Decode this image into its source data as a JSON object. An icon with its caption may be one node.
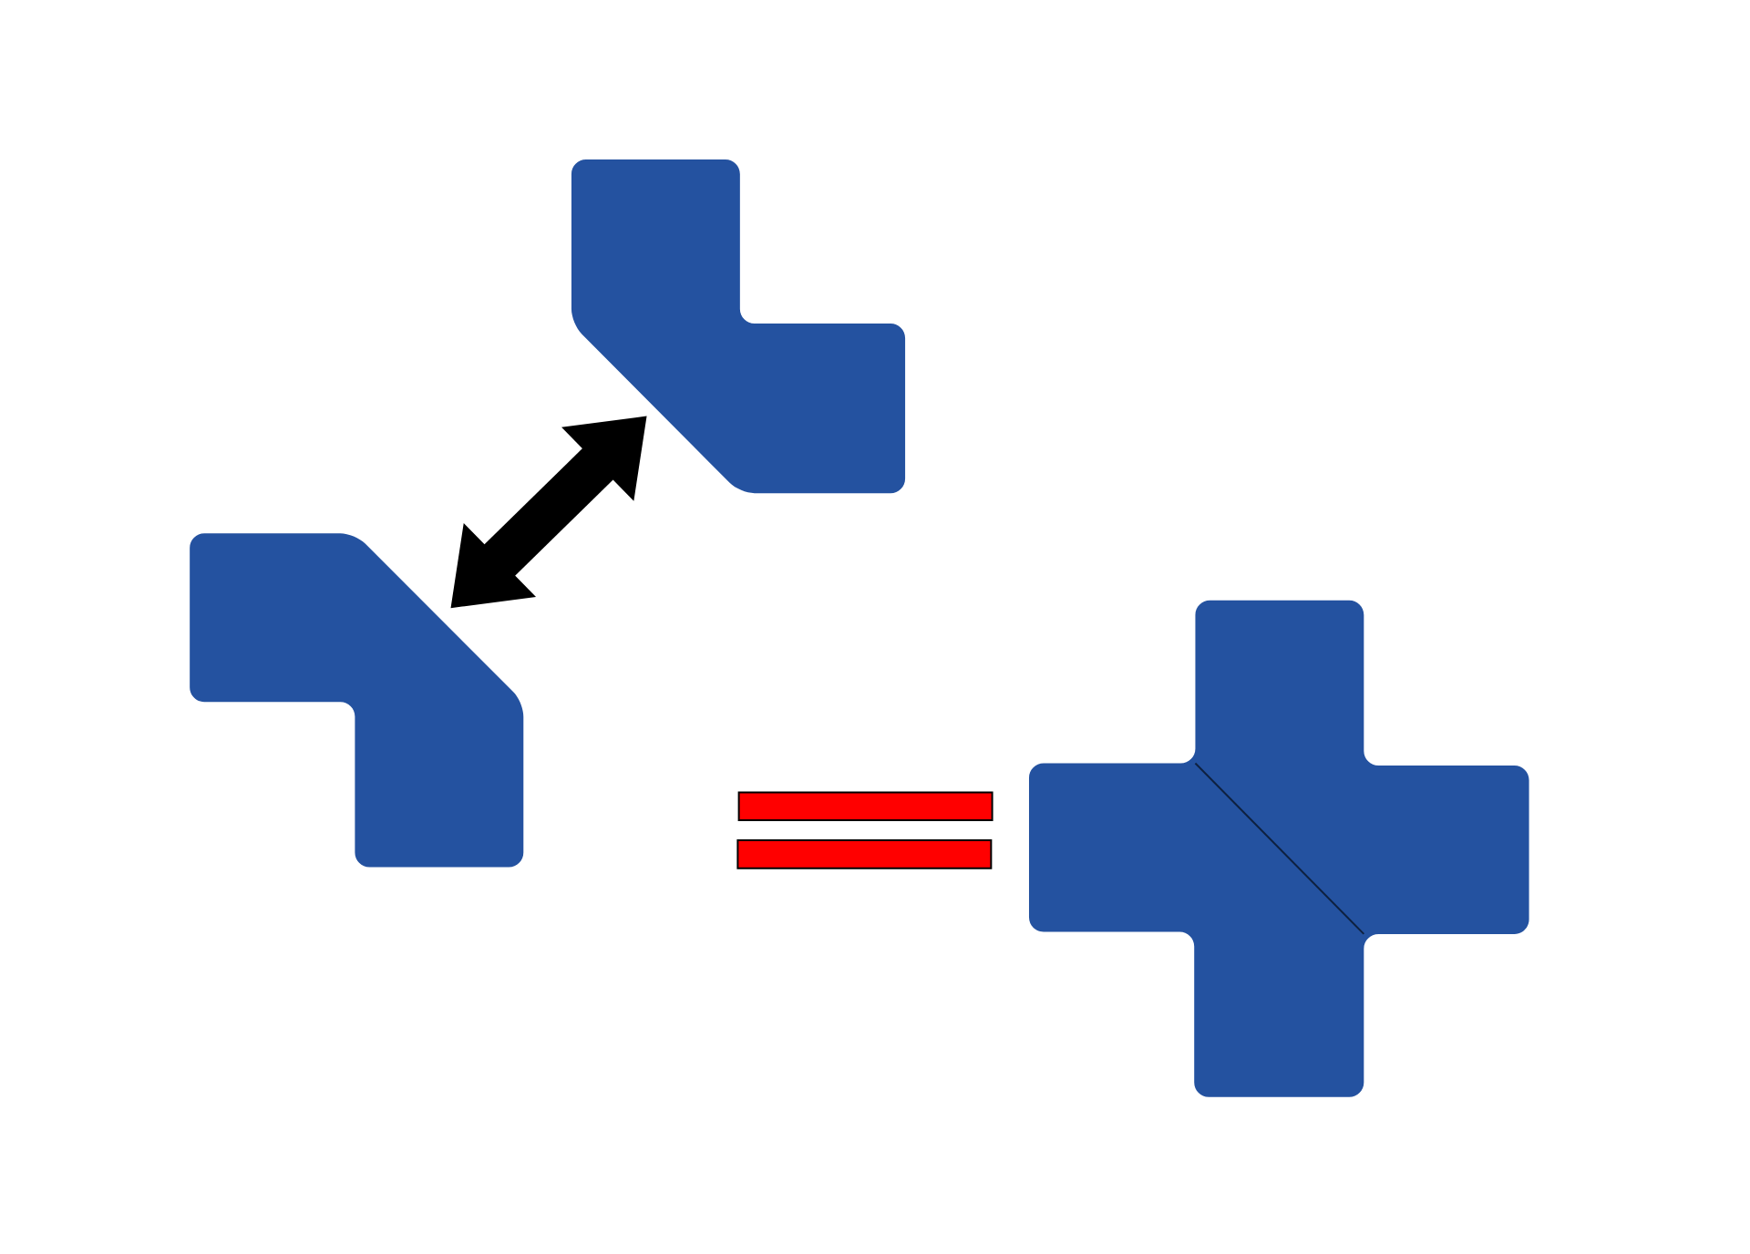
{
  "diagram": {
    "nodes": [
      {
        "text": [],
        "shape": "polygon"
      },
      {
        "text": [],
        "shape": "polygon"
      },
      {
        "text": [],
        "shape": "cross"
      }
    ],
    "edges": [
      {
        "from": 0,
        "to": 1,
        "arrow": "both"
      }
    ]
  }
}
